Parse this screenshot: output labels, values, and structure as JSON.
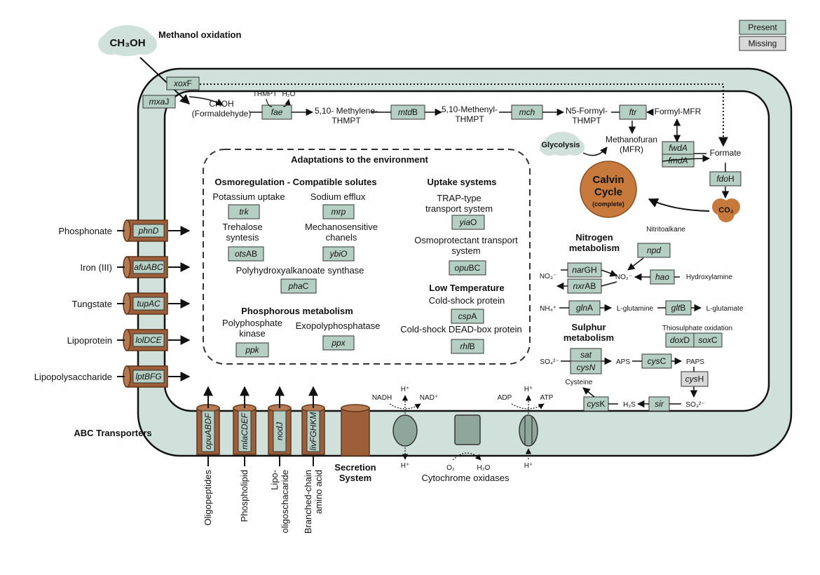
{
  "legend": {
    "present": "Present",
    "missing": "Missing"
  },
  "colors": {
    "present": "#b6cfc5",
    "missing": "#d9d9d9",
    "membrane": "#cfe1da",
    "transporter": "#9c5f3a",
    "calvin": "#c87a3d"
  },
  "methanol": {
    "molecule": "CH₃OH",
    "title": "Methanol oxidation"
  },
  "genes": {
    "xoxF": "xoxF",
    "mxaJ": "mxaJ",
    "fae": "fae",
    "mtdB": "mtdB",
    "mch": "mch",
    "ftr": "ftr",
    "fwdA": "fwdA",
    "fmdA": "fmdA",
    "fdoH": "fdoH",
    "trk": "trk",
    "mrp": "mrp",
    "otsAB": "otsAB",
    "ybiO": "ybiO",
    "phaC": "phaC",
    "ppk": "ppk",
    "ppx": "ppx",
    "yiaO": "yiaO",
    "opuBC": "opuBC",
    "cspA": "cspA",
    "rhlB": "rhlB",
    "npd": "npd",
    "narGH": "narGH",
    "nxrAB": "nxrAB",
    "hao": "hao",
    "glnA": "glnA",
    "gltB": "gltB",
    "doxD": "doxD",
    "soxC": "soxC",
    "sat": "sat",
    "cysN": "cysN",
    "cysC": "cysC",
    "cysH": "cysH",
    "sir": "sir",
    "cysK": "cysK",
    "phnD": "phnD",
    "afuABC": "afuABC",
    "tupAC": "tupAC",
    "lolDCE": "lolDCE",
    "lptBFG": "lptBFG",
    "opuABDF": "opuABDF",
    "mlaCDEF": "mlaCDEF",
    "nodJ": "nodJ",
    "livFGHKM": "livFGHKM"
  },
  "pathway": {
    "formaldehyde": "CHOH\n(Formaldehyde)",
    "thmpt": "THMPT",
    "h2o": "H₂O",
    "methylene": "5,10- Methylene-\nTHMPT",
    "methenyl": "5,10-Methenyl-\nTHMPT",
    "formyl": "N5-Formyl-\nTHMPT",
    "formylmfr": "Formyl-MFR",
    "methanofuran": "Methanofuran\n(MFR)",
    "glycolysis": "Glycolysis",
    "formate": "Formate",
    "calvin": "Calvin\nCycle",
    "calvin_sub": "(complete)",
    "co2": "CO₂"
  },
  "adaptations": {
    "title": "Adaptations to the environment",
    "osmo_title": "Osmoregulation - Compatible solutes",
    "potassium": "Potassium uptake",
    "sodium": "Sodium efflux",
    "trehalose": "Trehalose\nsyntesis",
    "mechano": "Mechanosensitive\nchanels",
    "pha": "Polyhydroxyalkanoate synthase",
    "phos_title": "Phosphorous metabolism",
    "polyphos": "Polyphosphate\nkinase",
    "exopoly": "Exopolyphosphatase",
    "uptake_title": "Uptake systems",
    "trap": "TRAP-type\ntransport system",
    "osmoprot": "Osmoprotectant transport\nsystem",
    "lowtemp_title": "Low Temperature",
    "coldshock": "Cold-shock protein",
    "dead": "Cold-shock DEAD-box protein"
  },
  "nitrogen": {
    "title": "Nitrogen\nmetabolism",
    "nitritoalkane": "Nitritoalkane",
    "no3": "NO₃⁻",
    "no2": "NO₂⁻",
    "hydroxylamine": "Hydroxylamine",
    "nh4": "NH₄⁺",
    "lglutamine": "L-glutamine",
    "lglutamate": "L-glutamate"
  },
  "sulphur": {
    "title": "Sulphur\nmetabolism",
    "thiosulphate": "Thiosulphate oxidation",
    "so4": "SO₄²⁻",
    "aps": "APS",
    "paps": "PAPS",
    "cysteine": "Cysteine",
    "h2s": "H₂S",
    "so3": "SO₃²⁻"
  },
  "left_substrates": [
    "Phosphonate",
    "Iron (III)",
    "Tungstate",
    "Lipoprotein",
    "Lipopolysaccharide"
  ],
  "bottom_substrates": [
    "Oligopeptides",
    "Phospholipid",
    "Lipo-\noligoschacaride",
    "Branched-chain\namino acid"
  ],
  "abc": "ABC Transporters",
  "secretion": "Secretion\nSystem",
  "cytochrome": "Cytochrome oxidases",
  "respiration": {
    "nadh": "NADH",
    "nad": "NAD⁺",
    "hplus": "H⁺",
    "o2": "O₂",
    "h2o": "H₂O",
    "adp": "ADP",
    "atp": "ATP"
  }
}
